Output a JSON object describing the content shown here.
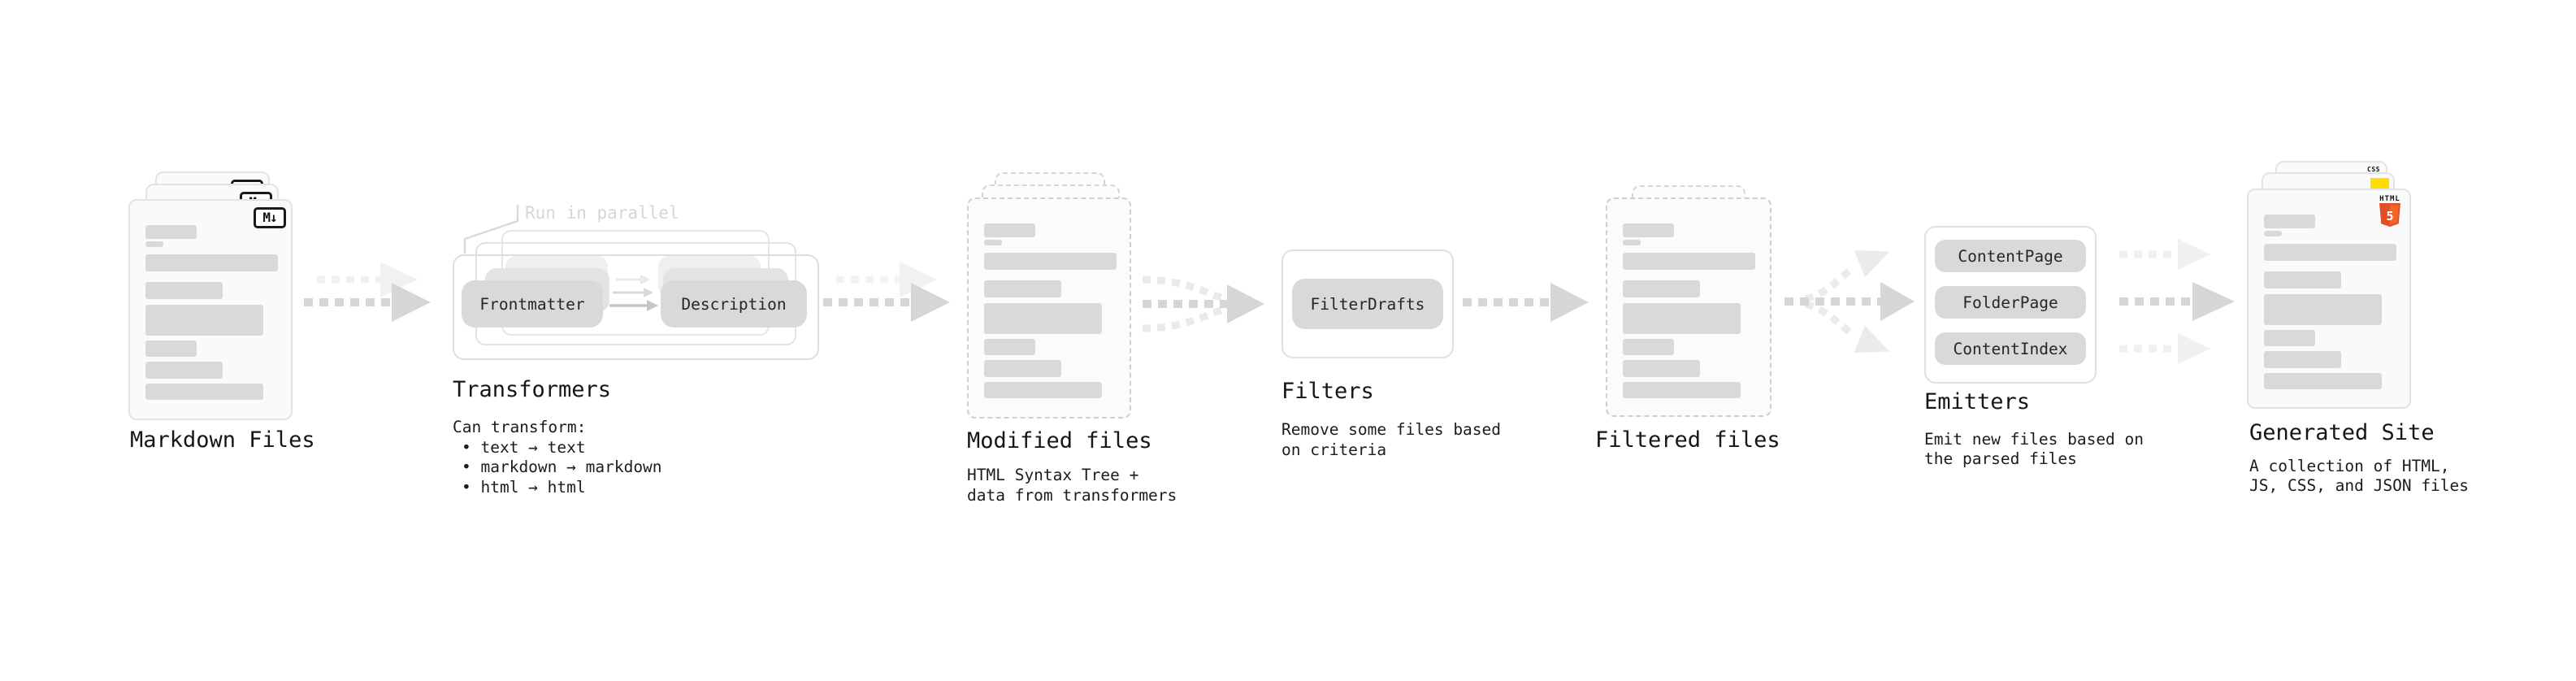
{
  "stages": {
    "markdown": {
      "title": "Markdown Files",
      "badge": "M↓"
    },
    "transformers": {
      "title": "Transformers",
      "note": "Run in parallel",
      "pill_left": "Frontmatter",
      "pill_right": "Description",
      "desc_lines": [
        "Can transform:",
        "• text → text",
        "• markdown → markdown",
        "• html → html"
      ]
    },
    "modified": {
      "title": "Modified files",
      "desc_lines": [
        "HTML Syntax Tree +",
        "data from transformers"
      ]
    },
    "filters": {
      "title": "Filters",
      "pill": "FilterDrafts",
      "desc_lines": [
        "Remove some files based",
        "on criteria"
      ]
    },
    "filtered": {
      "title": "Filtered files"
    },
    "emitters": {
      "title": "Emitters",
      "pills": [
        "ContentPage",
        "FolderPage",
        "ContentIndex"
      ],
      "desc_lines": [
        "Emit new files based on",
        "the parsed files"
      ]
    },
    "generated": {
      "title": "Generated Site",
      "desc_lines": [
        "A collection of HTML,",
        "JS, CSS, and JSON files"
      ],
      "html_badge_label": "HTML",
      "html_badge_number": "5",
      "css_badge_label": "CSS"
    }
  },
  "icons": [
    "markdown-icon",
    "html5-icon",
    "js-icon",
    "css-icon"
  ],
  "colors": {
    "background": "#ffffff",
    "text": "#161616",
    "muted_note": "#d6d6d6",
    "card_bg": "#fafafa",
    "card_border": "#e3e3e3",
    "dashed_border": "#cfcfcf",
    "placeholder_bar": "#d9d9d9",
    "pill_bg": "#d9d9d9",
    "arrow_dark": "#d6d6d6",
    "arrow_light": "#f1f1f1",
    "html5_orange": "#e44d26",
    "js_yellow": "#ffdd00",
    "css_blue": "#2c63f0"
  }
}
